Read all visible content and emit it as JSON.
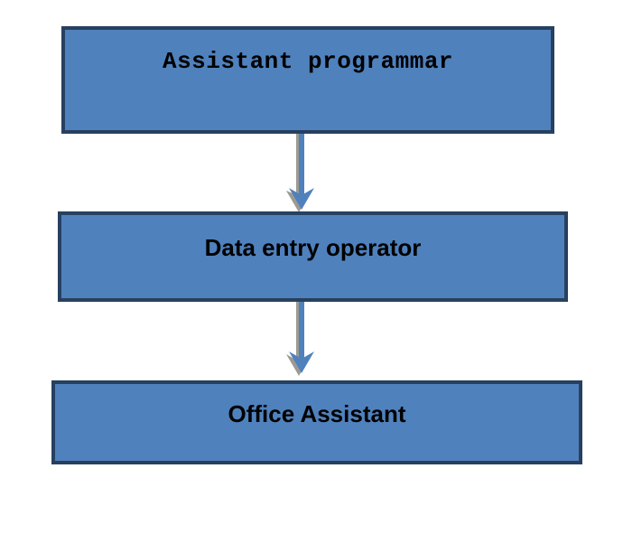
{
  "diagram": {
    "title": "organization-hierarchy-flowchart",
    "background_color": "#ffffff",
    "node_fill_color": "#4f81bd",
    "node_border_color": "#27405f",
    "connector_color": "#4f81bd",
    "connector_shadow_color": "#9d9a93",
    "text_color": "#000000",
    "nodes": [
      {
        "id": "node-1",
        "label": "Assistant programmar",
        "font_style": "monospace-bold"
      },
      {
        "id": "node-2",
        "label": "Data entry operator",
        "font_style": "sans-bold"
      },
      {
        "id": "node-3",
        "label": "Office Assistant",
        "font_style": "sans-bold"
      }
    ],
    "connectors": [
      {
        "id": "connector-1",
        "from": "node-1",
        "to": "node-2",
        "direction": "down",
        "arrowhead": "chevron"
      },
      {
        "id": "connector-2",
        "from": "node-2",
        "to": "node-3",
        "direction": "down",
        "arrowhead": "chevron"
      }
    ]
  }
}
